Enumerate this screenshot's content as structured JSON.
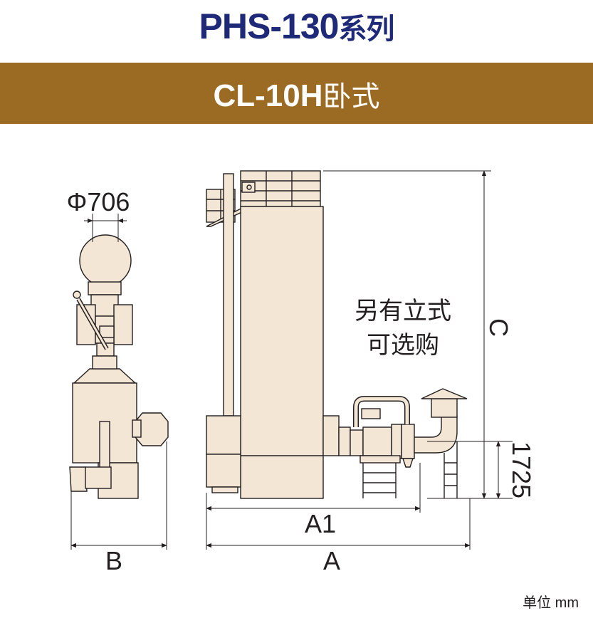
{
  "header": {
    "title_main": "PHS-130",
    "title_suffix": "系列",
    "subtitle_main": "CL-10H",
    "subtitle_suffix": "卧式"
  },
  "diagram": {
    "note_line1": "另有立式",
    "note_line2": "可选购",
    "dim_diameter": "Φ706",
    "dim_b": "B",
    "dim_a1": "A1",
    "dim_a": "A",
    "dim_c": "C",
    "dim_height": "1725"
  },
  "footer": {
    "unit": "单位 mm"
  },
  "colors": {
    "title": "#1e2a78",
    "band": "#9b6b23",
    "machine_fill": "#f3e6d4",
    "line": "#231f20"
  }
}
